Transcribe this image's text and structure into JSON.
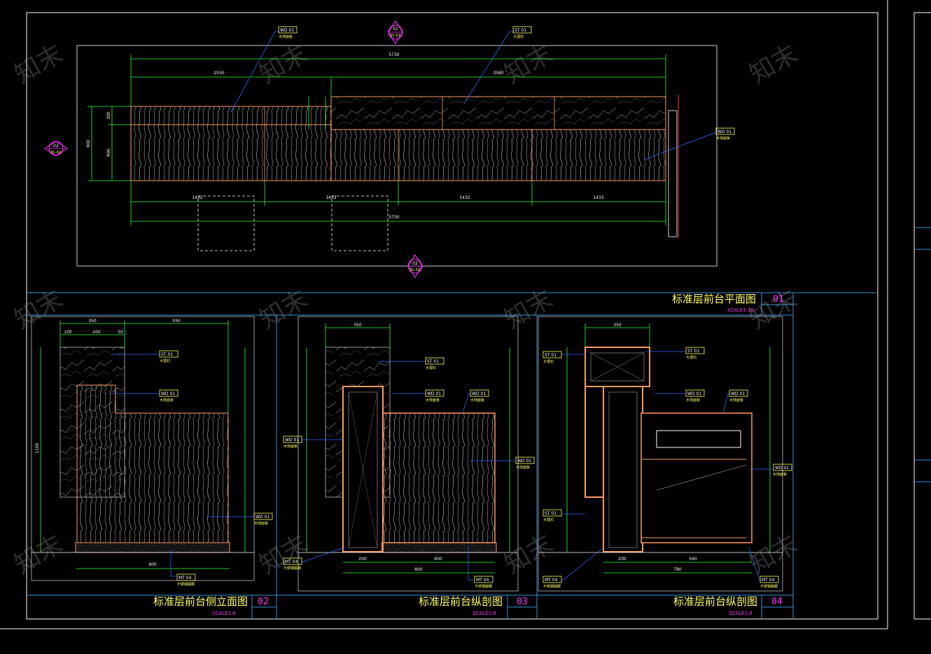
{
  "drawing": {
    "watermark": "知末",
    "colors": {
      "background": "#000000",
      "frame": "#ffffff",
      "title_bar": "#3a8fd6",
      "dimension": "#33ff33",
      "wood": "#ff9966",
      "title_text": "#ffff66",
      "scale_text": "#ff33ff",
      "leader": "#3366ff"
    },
    "icons": [
      "section-marker-icon",
      "elevation-marker-icon",
      "leader-tag-icon"
    ]
  },
  "plan": {
    "title": "标准层前台平面图",
    "number": "01",
    "scale": "SCALE1:16",
    "dims": {
      "overall_top": "5730",
      "left_seg": "2550",
      "right_seg": "3580",
      "seg1": "1432",
      "seg2": "1433",
      "seg3": "1432",
      "seg4": "1433",
      "overall_bottom": "5730",
      "height_total": "900",
      "h_top": "300",
      "h_bottom": "600"
    },
    "tags": [
      {
        "code": "WD 01",
        "note": "木饰面板"
      },
      {
        "code": "ST 01",
        "note": "大理石"
      },
      {
        "code": "WD 01",
        "note": "木饰面板"
      }
    ],
    "markers": [
      {
        "num": "01",
        "sub": "EL-01"
      },
      {
        "num": "02",
        "sub": "EL-02"
      },
      {
        "num": "02",
        "sub": "EL-02"
      }
    ]
  },
  "side": {
    "title": "标准层前台侧立面图",
    "number": "02",
    "scale": "SCALE1:8",
    "dims": {
      "top_total": "350",
      "top_a": "100",
      "top_b": "200",
      "top_c": "50",
      "top_right": "550",
      "height": "1100",
      "bottom": "900"
    },
    "tags": [
      {
        "code": "ST 01",
        "note": "大理石"
      },
      {
        "code": "WD 01",
        "note": "木饰面板"
      },
      {
        "code": "WD 01",
        "note": "木饰面板"
      },
      {
        "code": "MT 04",
        "note": "不锈钢踢脚"
      }
    ]
  },
  "section1": {
    "title": "标准层前台纵剖图",
    "number": "03",
    "scale": "SCALE1:8",
    "dims": {
      "top": "350",
      "bottom_a": "200",
      "bottom_b": "600",
      "bottom_total": "800"
    },
    "tags": [
      {
        "code": "ST 01",
        "note": "大理石"
      },
      {
        "code": "WD 01",
        "note": "木饰面板"
      },
      {
        "code": "WD 01",
        "note": "木饰面板"
      },
      {
        "code": "WD 01",
        "note": "木饰面板"
      },
      {
        "code": "WD 01",
        "note": "木饰面板"
      },
      {
        "code": "MT 04",
        "note": "不锈钢踢脚"
      },
      {
        "code": "MT 04",
        "note": "不锈钢踢脚"
      }
    ]
  },
  "section2": {
    "title": "标准层前台纵剖图",
    "number": "04",
    "scale": "SCALE1:8",
    "dims": {
      "top": "350",
      "bottom_a": "200",
      "bottom_b": "560",
      "bottom_total": "780"
    },
    "tags": [
      {
        "code": "ST 01",
        "note": "大理石"
      },
      {
        "code": "ST 01",
        "note": "大理石"
      },
      {
        "code": "WD 01",
        "note": "木饰面板"
      },
      {
        "code": "WD 01",
        "note": "木饰面板"
      },
      {
        "code": "WD 01",
        "note": "木饰面板"
      },
      {
        "code": "ST 01",
        "note": "大理石"
      },
      {
        "code": "MT 04",
        "note": "不锈钢踢脚"
      },
      {
        "code": "MT 04",
        "note": "不锈钢踢脚"
      }
    ]
  }
}
